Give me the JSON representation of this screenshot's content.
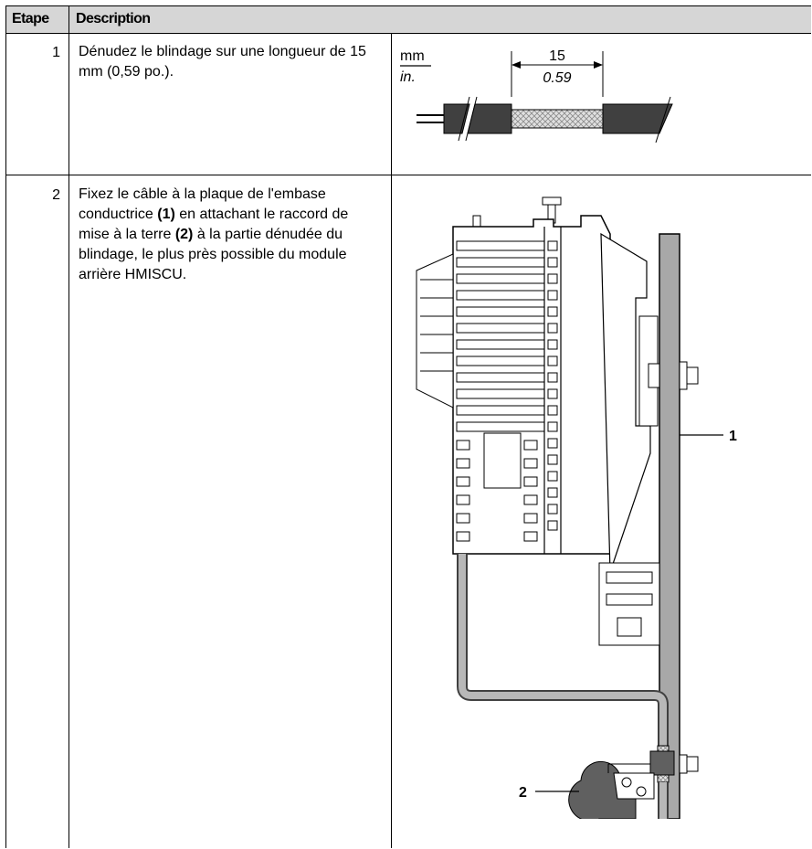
{
  "table": {
    "headers": {
      "step": "Etape",
      "description": "Description"
    },
    "rows": [
      {
        "step": "1",
        "text": "Dénudez le blindage sur une longueur de 15 mm (0,59 po.).",
        "figure": {
          "unit_mm": "mm",
          "unit_in": "in.",
          "dim_mm": "15",
          "dim_in": "0.59"
        }
      },
      {
        "step": "2",
        "text_parts": [
          "Fixez le câble à la plaque de l'embase conductrice ",
          "(1)",
          " en attachant le raccord de mise à la terre ",
          "(2)",
          " à la partie dénudée du blindage, le plus près possible du module arrière HMISCU."
        ],
        "figure": {
          "callout_plate": "1",
          "callout_clamp": "2"
        }
      }
    ]
  },
  "colors": {
    "header_bg": "#d6d6d6",
    "cable_dark": "#404040",
    "cable_grey": "#a8a8a8",
    "line": "#000000"
  }
}
